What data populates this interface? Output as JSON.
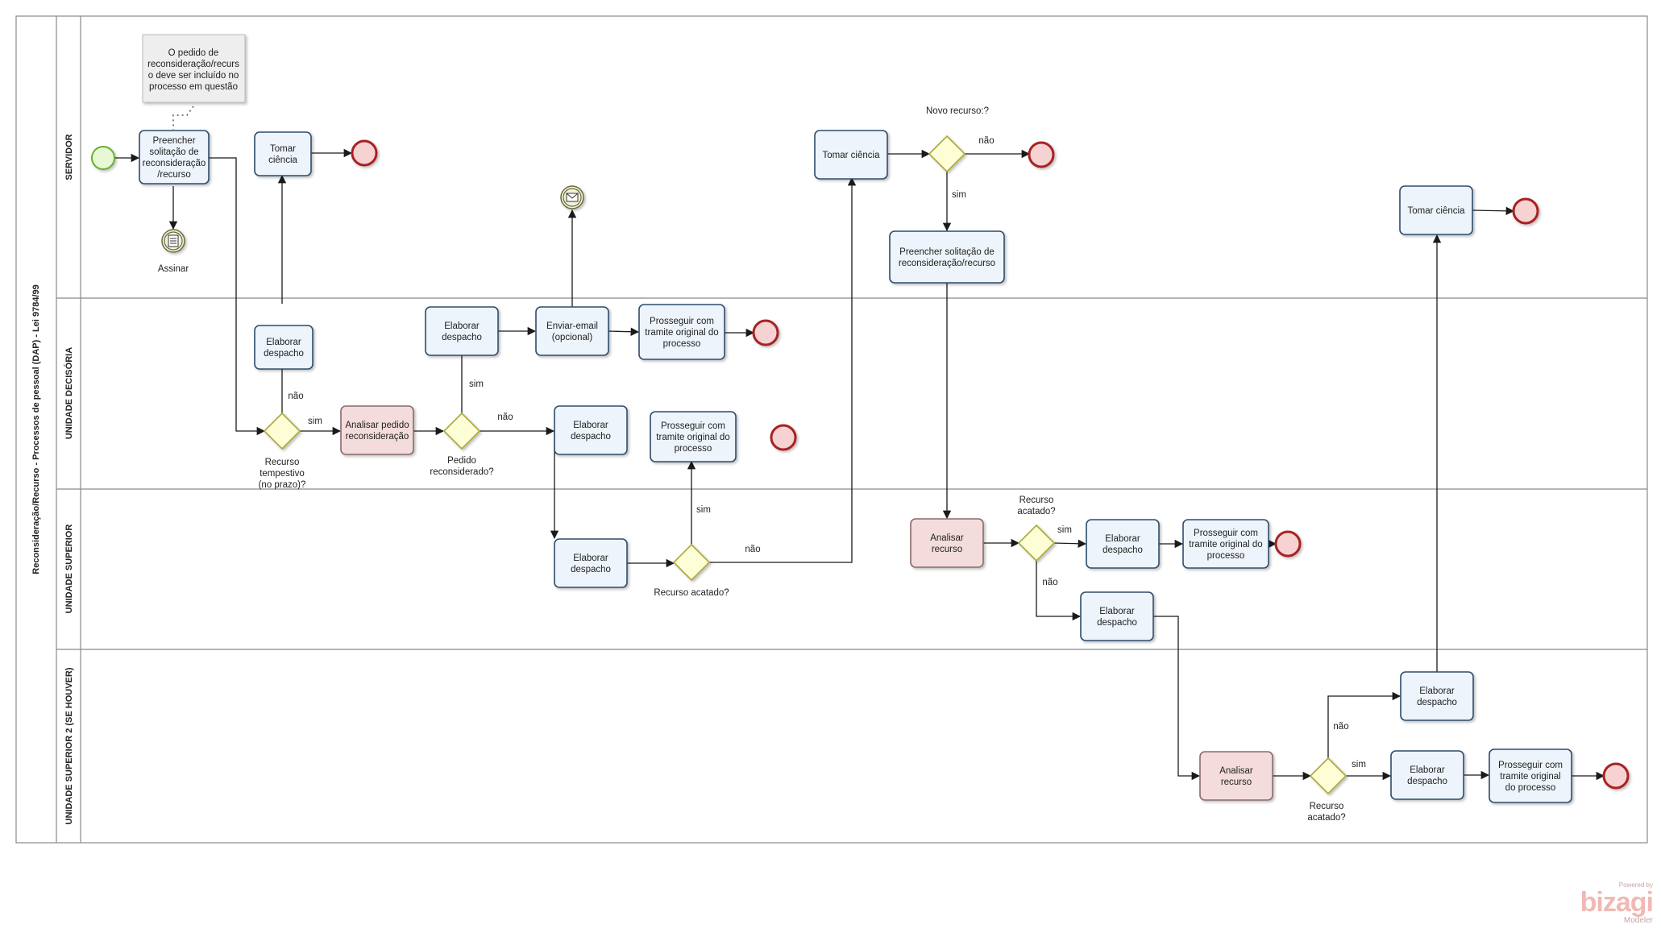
{
  "pool": {
    "title": "Reconsideração/Recurso - Processos de pessoal (DAP) - Lei 9784/99"
  },
  "lanes": [
    {
      "id": "servidor",
      "title": "SERVIDOR"
    },
    {
      "id": "decisoria",
      "title": "UNIDADE DECISÓRIA"
    },
    {
      "id": "superior",
      "title": "UNIDADE SUPERIOR"
    },
    {
      "id": "superior2",
      "title": "UNIDADE SUPERIOR 2 (SE HOUVER)"
    }
  ],
  "annotation": {
    "lines": [
      "O pedido de",
      "reconsideração/recurs",
      "o deve ser incluído no",
      "processo em questão"
    ]
  },
  "tasks": {
    "t1": {
      "lines": [
        "Preencher",
        "solitação de",
        "reconsideração",
        "/recurso"
      ],
      "kind": "normal"
    },
    "t2": {
      "lines": [
        "Tomar",
        "ciência"
      ],
      "kind": "normal"
    },
    "t3": {
      "lines": [
        "Tomar ciência"
      ],
      "kind": "normal"
    },
    "t4": {
      "lines": [
        "Preencher solitação de",
        "reconsideração/recurso"
      ],
      "kind": "normal"
    },
    "t5": {
      "lines": [
        "Tomar ciência"
      ],
      "kind": "normal"
    },
    "t6": {
      "lines": [
        "Elaborar",
        "despacho"
      ],
      "kind": "normal"
    },
    "t7": {
      "lines": [
        "Analisar pedido",
        "reconsideração"
      ],
      "kind": "manual"
    },
    "t8": {
      "lines": [
        "Elaborar",
        "despacho"
      ],
      "kind": "normal"
    },
    "t9": {
      "lines": [
        "Enviar-email",
        "(opcional)"
      ],
      "kind": "normal"
    },
    "t10": {
      "lines": [
        "Prosseguir com",
        "tramite original do",
        "processo"
      ],
      "kind": "normal"
    },
    "t11": {
      "lines": [
        "Elaborar",
        "despacho"
      ],
      "kind": "normal"
    },
    "t12": {
      "lines": [
        "Prosseguir com",
        "tramite original do",
        "processo"
      ],
      "kind": "normal"
    },
    "t13": {
      "lines": [
        "Elaborar",
        "despacho"
      ],
      "kind": "normal"
    },
    "t14": {
      "lines": [
        "Analisar",
        "recurso"
      ],
      "kind": "manual"
    },
    "t15": {
      "lines": [
        "Elaborar",
        "despacho"
      ],
      "kind": "normal"
    },
    "t16": {
      "lines": [
        "Prosseguir com",
        "tramite original do",
        "processo"
      ],
      "kind": "normal"
    },
    "t17": {
      "lines": [
        "Elaborar",
        "despacho"
      ],
      "kind": "normal"
    },
    "t18": {
      "lines": [
        "Elaborar",
        "despacho"
      ],
      "kind": "normal"
    },
    "t19": {
      "lines": [
        "Analisar",
        "recurso"
      ],
      "kind": "manual"
    },
    "t20": {
      "lines": [
        "Elaborar",
        "despacho"
      ],
      "kind": "normal"
    },
    "t21": {
      "lines": [
        "Prosseguir com",
        "tramite original",
        "do processo"
      ],
      "kind": "normal"
    }
  },
  "events": {
    "start": {
      "type": "start",
      "label": []
    },
    "assinar": {
      "type": "intermediate-doc",
      "label": [
        "Assinar"
      ]
    },
    "email": {
      "type": "intermediate-mail",
      "label": []
    },
    "e1": {
      "type": "end",
      "label": []
    },
    "e2": {
      "type": "end",
      "label": []
    },
    "e3": {
      "type": "end",
      "label": []
    },
    "e4": {
      "type": "end",
      "label": []
    },
    "e5": {
      "type": "end",
      "label": []
    },
    "e6": {
      "type": "end",
      "label": []
    },
    "e7": {
      "type": "end",
      "label": []
    }
  },
  "gateways": {
    "g1": {
      "label": [
        "Recurso",
        "tempestivo",
        "(no prazo)?"
      ]
    },
    "g2": {
      "label": [
        "Pedido",
        "reconsiderado?"
      ]
    },
    "g3": {
      "label": [
        "Recurso acatado?"
      ]
    },
    "g4": {
      "label": [
        "Novo recurso:?"
      ]
    },
    "g5": {
      "label": [
        "Recurso",
        "acatado?"
      ]
    },
    "g6": {
      "label": [
        "Recurso",
        "acatado?"
      ]
    }
  },
  "flow_labels": {
    "sim": "sim",
    "nao": "não"
  },
  "colors": {
    "task_fill": "#edf4fb",
    "task_stroke": "#2f4d6b",
    "manual_fill": "#f4dcdc",
    "manual_stroke": "#8a6a6a",
    "gateway_fill": "#fdfdd6",
    "gateway_stroke": "#a9a93a",
    "start_fill": "#e8f7d4",
    "start_stroke": "#66b032",
    "end_fill": "#f6d2d2",
    "end_stroke": "#a82020",
    "lane_border": "#8a8a8a"
  },
  "logo": {
    "powered": "Powered by",
    "brand": "bizagi",
    "product": "Modeler"
  }
}
